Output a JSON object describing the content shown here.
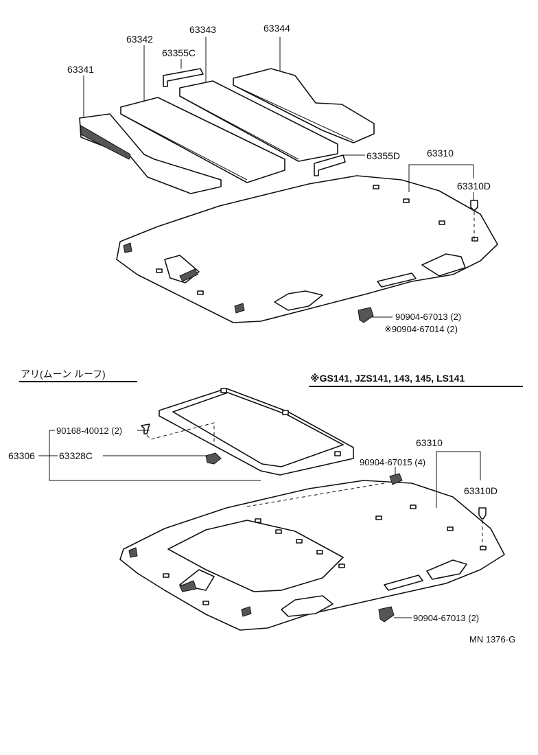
{
  "labels": {
    "p63341": "63341",
    "p63342": "63342",
    "p63343": "63343",
    "p63344": "63344",
    "p63355c": "63355C",
    "p63355d": "63355D",
    "p63310_top": "63310",
    "p63310d_top": "63310D",
    "p90904_67013_top": "90904-67013 (2)",
    "p90904_67014": "※90904-67014 (2)",
    "moonroof_title": "アリ(ムーン ルーフ)",
    "models_note": "※GS141, JZS141, 143, 145, LS141",
    "p90168_40012": "90168-40012 (2)",
    "p63306": "63306",
    "p63328c": "63328C",
    "p63310_bottom": "63310",
    "p90904_67015": "90904-67015 (4)",
    "p63310d_bottom": "63310D",
    "p90904_67013_bottom": "90904-67013 (2)",
    "ref_code": "MN 1376-G"
  }
}
